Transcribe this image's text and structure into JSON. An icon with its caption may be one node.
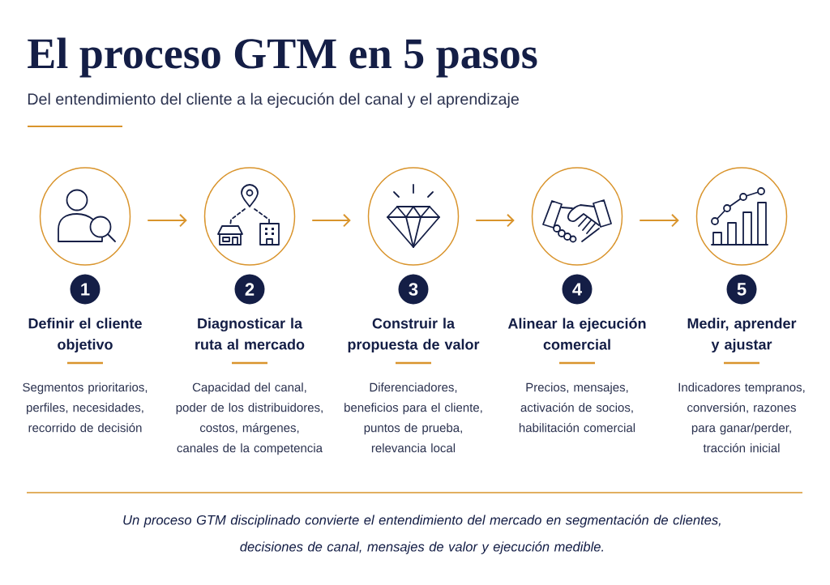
{
  "diagram": {
    "title": "El proceso GTM en 5 pasos",
    "nodes": [
      {
        "text": [],
        "shape": "circle"
      },
      {
        "text": [
          "1"
        ],
        "beside": [
          "Definir el cliente objetivo",
          "Segmentos prioritarios, perfiles, necesidades, recorrido de decisión"
        ]
      },
      {
        "text": [],
        "shape": "circle"
      },
      {
        "text": [
          "2"
        ],
        "beside": [
          "Diagnosticar la ruta al mercado",
          "Capacidad del canal, poder de los distribuidores, costos, márgenes, canales de la competencia"
        ]
      },
      {
        "text": [],
        "shape": "circle"
      },
      {
        "text": [
          "3"
        ],
        "beside": [
          "Construir la propuesta de valor",
          "Diferenciadores, beneficios para el cliente, puntos de prueba, relevancia local"
        ]
      },
      {
        "text": [],
        "shape": "circle"
      },
      {
        "text": [
          "4"
        ],
        "beside": [
          "Alinear la ejecución comercial",
          "Precios, mensajes, activación de socios, habilitación comercial"
        ]
      },
      {
        "text": [],
        "shape": "circle"
      },
      {
        "text": [
          "5"
        ],
        "beside": [
          "Medir, aprender y ajustar",
          "Indicadores tempranos, conversión, razones para ganar/perder, tracción inicial"
        ]
      }
    ],
    "edges": [
      {
        "from": 0,
        "to": 2,
        "arrow": "to"
      },
      {
        "from": 2,
        "to": 4,
        "arrow": "to"
      },
      {
        "from": 4,
        "to": 6,
        "arrow": "to"
      },
      {
        "from": 6,
        "to": 8,
        "arrow": "to"
      }
    ],
    "labels": [
      "Del entendimiento del cliente a la ejecución del canal y el aprendizaje"
    ],
    "caption": "Un proceso GTM disciplinado convierte el entendimiento del mercado en segmentación de clientes, decisiones de canal, mensajes de valor y ejecución medible."
  }
}
